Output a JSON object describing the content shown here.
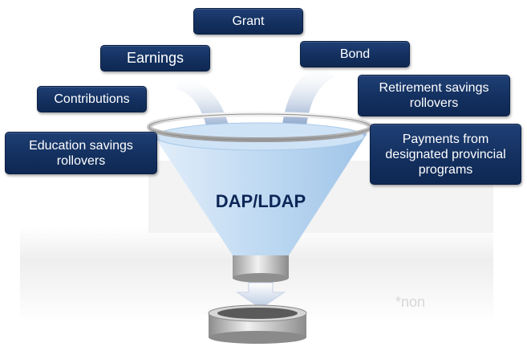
{
  "diagram": {
    "center_label": "DAP/LDAP",
    "watermark": "*non",
    "sources": {
      "grant": "Grant",
      "earnings": "Earnings",
      "bond": "Bond",
      "contributions": "Contributions",
      "retirement": "Retirement savings\nrollovers",
      "education": "Education savings\nrollovers",
      "provincial": "Payments from\ndesignated provincial\nprograms"
    }
  },
  "colors": {
    "box_fill": "#15315f",
    "funnel_liquid": "#bcd8f2",
    "label_text": "#0d2657"
  }
}
